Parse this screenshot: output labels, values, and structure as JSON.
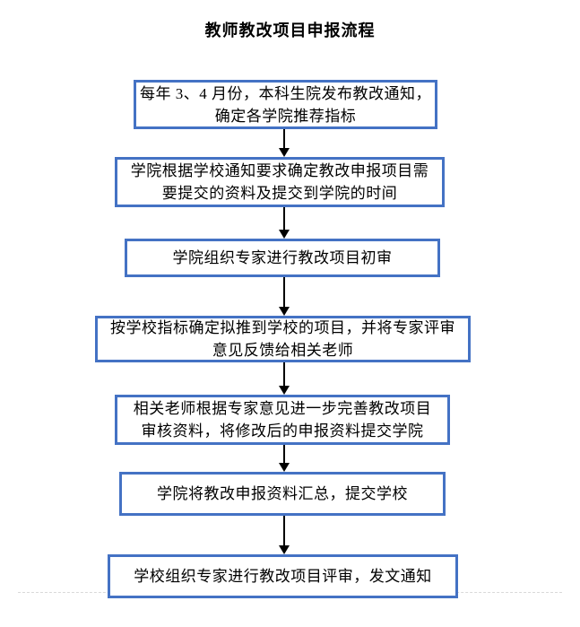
{
  "page": {
    "title": "教师教改项目申报流程",
    "background": "#FFFFFF"
  },
  "flowchart": {
    "colors": {
      "box_border": "#4472C4",
      "box_fill": "#FFFFFF",
      "arrow": "#000000",
      "page_break_line": "#D9D9D9"
    },
    "steps": [
      {
        "text": "每年 3、4 月份，本科生院发布教改通知，\n确定各学院推荐指标"
      },
      {
        "text": "学院根据学校通知要求确定教改申报项目需\n要提交的资料及提交到学院的时间"
      },
      {
        "text": "学院组织专家进行教改项目初审"
      },
      {
        "text": "按学校指标确定拟推到学校的项目，并将专家评审\n意见反馈给相关老师"
      },
      {
        "text": "相关老师根据专家意见进一步完善教改项目\n审核资料，将修改后的申报资料提交学院"
      },
      {
        "text": "学院将教改申报资料汇总，提交学校"
      },
      {
        "text": "学校组织专家进行教改项目评审，发文通知"
      }
    ]
  }
}
